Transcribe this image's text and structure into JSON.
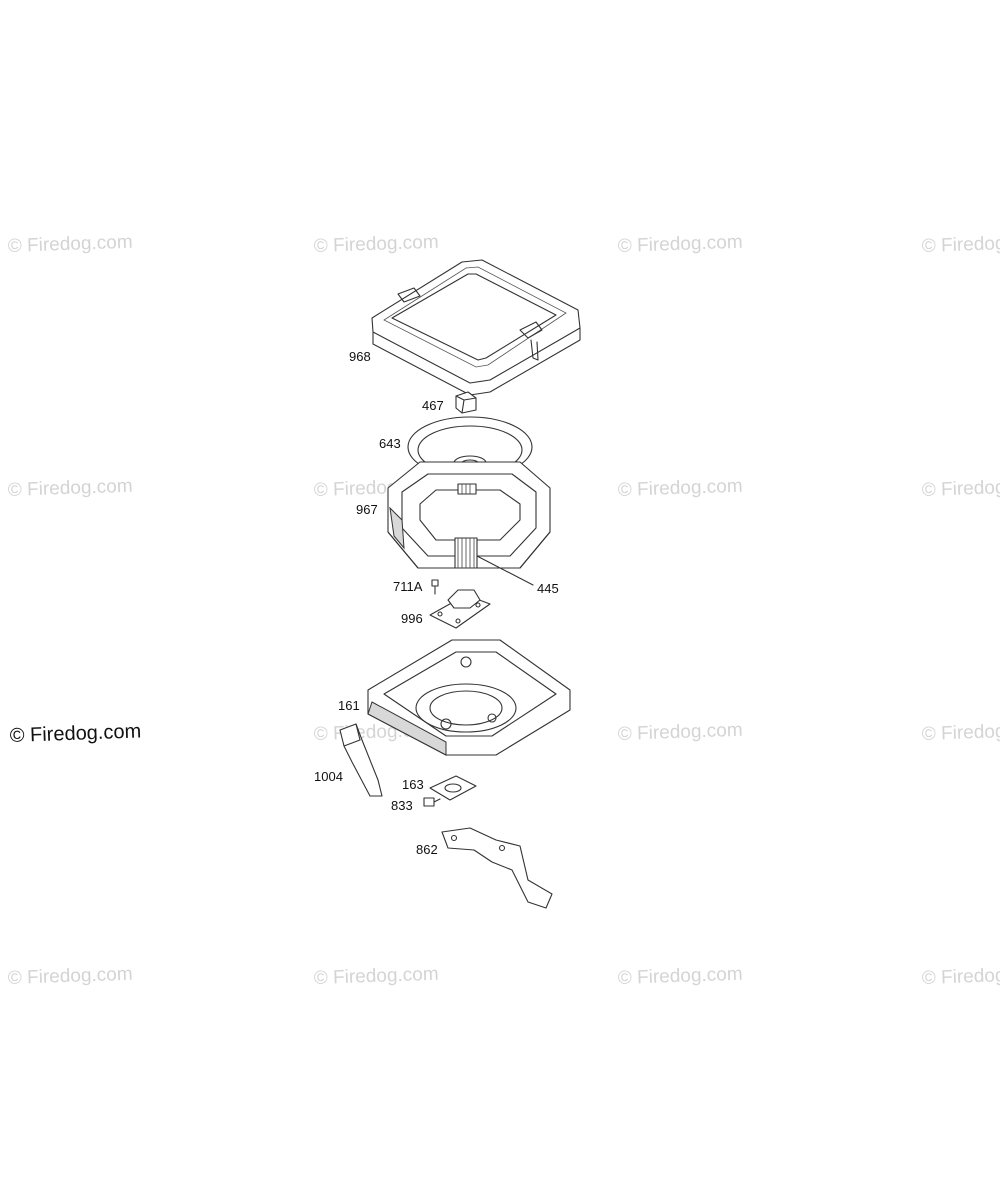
{
  "watermark": {
    "text": "© Firedog.com",
    "prominent_text": "© Firedog.com"
  },
  "parts": [
    {
      "id": "968",
      "label": "968"
    },
    {
      "id": "467",
      "label": "467"
    },
    {
      "id": "643",
      "label": "643"
    },
    {
      "id": "967",
      "label": "967"
    },
    {
      "id": "445",
      "label": "445"
    },
    {
      "id": "711A",
      "label": "711A"
    },
    {
      "id": "996",
      "label": "996"
    },
    {
      "id": "161",
      "label": "161"
    },
    {
      "id": "1004",
      "label": "1004"
    },
    {
      "id": "163",
      "label": "163"
    },
    {
      "id": "833",
      "label": "833"
    },
    {
      "id": "862",
      "label": "862"
    }
  ]
}
